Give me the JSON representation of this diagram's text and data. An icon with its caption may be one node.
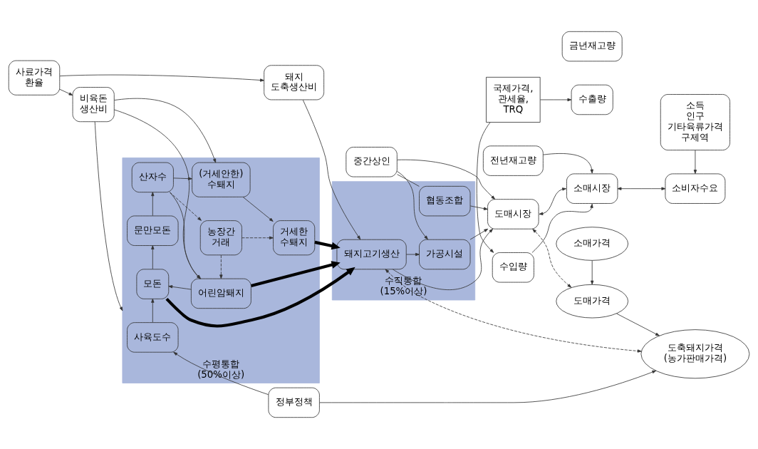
{
  "diagram": {
    "nodes": [
      {
        "text": [
          "수평통합 (50%이상)"
        ]
      },
      {
        "text": [
          "사육도수"
        ],
        "in": 0
      },
      {
        "text": [
          "모돈"
        ],
        "in": 0
      },
      {
        "text": [
          "문만모돈"
        ],
        "in": 0
      },
      {
        "text": [
          "산자수"
        ],
        "in": 0
      },
      {
        "text": [
          "어린암퇘지"
        ],
        "in": 0
      },
      {
        "text": [
          "(거세안한) 수퇘지"
        ],
        "in": 0
      },
      {
        "text": [
          "거세한 수퇘지"
        ],
        "in": 0
      },
      {
        "text": [
          "농장간 거래"
        ],
        "in": 0
      },
      {
        "text": [
          "사료가격 환율"
        ]
      },
      {
        "text": [
          "비육돈 생산비"
        ]
      },
      {
        "text": [
          "돼지 도축생산비"
        ]
      },
      {
        "text": [
          "정부정책"
        ]
      },
      {
        "text": [
          "수직통합 (15%이상)"
        ]
      },
      {
        "text": [
          "돼지고기생산"
        ],
        "in": 13
      },
      {
        "text": [
          "가공시설"
        ],
        "in": 13
      },
      {
        "text": [
          "협동조합"
        ],
        "in": 13
      },
      {
        "text": [
          "중간상인"
        ]
      },
      {
        "text": [
          "전년재고량"
        ]
      },
      {
        "text": [
          "도매시장"
        ]
      },
      {
        "text": [
          "수입량"
        ]
      },
      {
        "text": [
          "국제가격, 관세율, TRQ"
        ]
      },
      {
        "text": [
          "금년재고량"
        ]
      },
      {
        "text": [
          "소득 인구 기타육류가격 구제역"
        ]
      },
      {
        "text": [
          "소매시장"
        ]
      },
      {
        "text": [
          "소비자수요"
        ]
      },
      {
        "text": [
          "수출량"
        ]
      },
      {
        "text": [
          "도축돼지가격 (농가판매가격)"
        ]
      },
      {
        "text": [
          "도매가격"
        ]
      },
      {
        "text": [
          "소매가격"
        ]
      }
    ],
    "edges": [
      {
        "from": 1,
        "to": 2,
        "arrow": "to"
      },
      {
        "from": 2,
        "to": 3,
        "arrow": "to"
      },
      {
        "from": 3,
        "to": 4,
        "arrow": "to"
      },
      {
        "from": 4,
        "to": 5,
        "arrow": "to"
      },
      {
        "from": 4,
        "to": 6,
        "arrow": "to"
      },
      {
        "from": 6,
        "to": 7,
        "arrow": "to"
      },
      {
        "from": 10,
        "to": 5,
        "arrow": "to"
      },
      {
        "from": 10,
        "to": 6,
        "arrow": "to"
      },
      {
        "from": 9,
        "to": 10,
        "arrow": "to"
      },
      {
        "from": 9,
        "to": 11,
        "arrow": "to"
      },
      {
        "from": 10,
        "to": 0,
        "arrow": "to"
      },
      {
        "from": 5,
        "to": 2,
        "arrow": "to"
      },
      {
        "from": 4,
        "to": 8,
        "arrow": "to",
        "style": "dashed"
      },
      {
        "from": 8,
        "to": 5,
        "arrow": "to",
        "style": "dashed"
      },
      {
        "from": 8,
        "to": 7,
        "arrow": "to",
        "style": "dashed"
      },
      {
        "from": 2,
        "to": 14,
        "arrow": "to",
        "style": "thick"
      },
      {
        "from": 5,
        "to": 14,
        "arrow": "to",
        "style": "thick"
      },
      {
        "from": 7,
        "to": 14,
        "arrow": "to",
        "style": "thick"
      },
      {
        "from": 12,
        "to": 1,
        "arrow": "to"
      },
      {
        "from": 11,
        "to": 14,
        "arrow": "to"
      },
      {
        "from": 12,
        "to": 27,
        "arrow": "to"
      },
      {
        "from": 14,
        "to": 15,
        "arrow": "to"
      },
      {
        "from": 14,
        "to": 19,
        "arrow": "to"
      },
      {
        "from": 17,
        "to": 16,
        "arrow": "none"
      },
      {
        "from": 17,
        "to": 15,
        "arrow": "to"
      },
      {
        "from": 17,
        "to": 19,
        "arrow": "to"
      },
      {
        "from": 15,
        "to": 19,
        "arrow": "to"
      },
      {
        "from": 16,
        "to": 19,
        "arrow": "to"
      },
      {
        "from": 19,
        "to": 24,
        "arrow": "both"
      },
      {
        "from": 18,
        "to": 24,
        "arrow": "to"
      },
      {
        "from": 20,
        "to": 24,
        "arrow": "to"
      },
      {
        "from": 19,
        "to": 28,
        "arrow": "both",
        "style": "dashed"
      },
      {
        "from": 14,
        "to": 27,
        "arrow": "both",
        "style": "dashed"
      },
      {
        "from": 21,
        "to": 20,
        "arrow": "to"
      },
      {
        "from": 21,
        "to": 26,
        "arrow": "to"
      },
      {
        "from": 23,
        "to": 25,
        "arrow": "to"
      },
      {
        "from": 24,
        "to": 25,
        "arrow": "both"
      },
      {
        "from": 29,
        "to": 28,
        "arrow": "to"
      },
      {
        "from": 28,
        "to": 27,
        "arrow": "to"
      }
    ]
  }
}
